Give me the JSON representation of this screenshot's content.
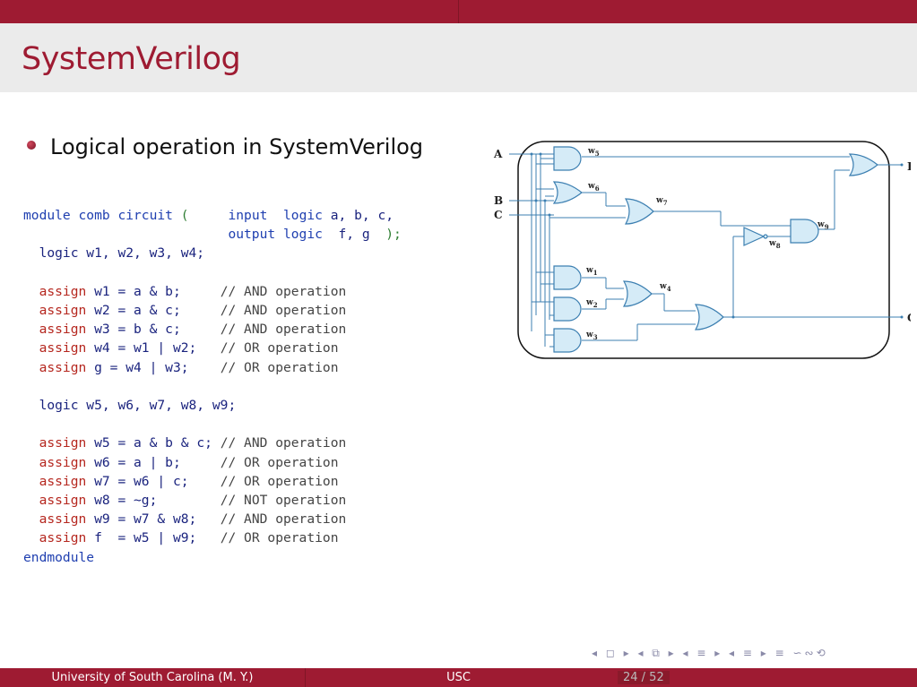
{
  "slide": {
    "title": "SystemVerilog",
    "bullet": "Logical operation in SystemVerilog"
  },
  "code": {
    "l1_module": "module",
    "l1_name": "comb circuit",
    "l1_paren": "(",
    "l1_input": "input",
    "l1_logic": "logic",
    "l1_ports": "a, b, c,",
    "l2_output": "output",
    "l2_logic": "logic",
    "l2_ports": "f, g",
    "l2_close": ");",
    "l3": "logic w1, w2, w3, w4;",
    "assigns1": [
      {
        "kw": "assign",
        "expr": "w1 = a & b;",
        "cmt": "// AND operation"
      },
      {
        "kw": "assign",
        "expr": "w2 = a & c;",
        "cmt": "// AND operation"
      },
      {
        "kw": "assign",
        "expr": "w3 = b & c;",
        "cmt": "// AND operation"
      },
      {
        "kw": "assign",
        "expr": "w4 = w1 | w2;",
        "cmt": "// OR operation"
      },
      {
        "kw": "assign",
        "expr": "g = w4 | w3;",
        "cmt": "// OR operation"
      }
    ],
    "l_logic2": "logic w5, w6, w7, w8, w9;",
    "assigns2": [
      {
        "kw": "assign",
        "expr": "w5 = a & b & c;",
        "cmt": "// AND operation"
      },
      {
        "kw": "assign",
        "expr": "w6 = a | b;",
        "cmt": "// OR operation"
      },
      {
        "kw": "assign",
        "expr": "w7 = w6 | c;",
        "cmt": "// OR operation"
      },
      {
        "kw": "assign",
        "expr": "w8 = ~g;",
        "cmt": "// NOT operation"
      },
      {
        "kw": "assign",
        "expr": "w9 = w7 & w8;",
        "cmt": "// AND operation"
      },
      {
        "kw": "assign",
        "expr": "f  = w5 | w9;",
        "cmt": "// OR operation"
      }
    ],
    "end": "endmodule"
  },
  "circuit": {
    "inputs": [
      "A",
      "B",
      "C"
    ],
    "outputs": [
      "F",
      "G"
    ],
    "wires": [
      "w",
      "1",
      "2",
      "3",
      "4",
      "5",
      "6",
      "7",
      "8",
      "9"
    ]
  },
  "nav": {
    "symbols": "◂ ◻ ▸ ◂ ⧉ ▸ ◂ ≡ ▸ ◂ ≡ ▸ ≡ ∽∾⟲"
  },
  "footer": {
    "left": "University of South Carolina  (M. Y.)",
    "center": "USC",
    "page": "24 / 52"
  },
  "colors": {
    "brand": "#9e1b32",
    "gate_fill": "#d5ebf7",
    "gate_stroke": "#3c7fb1"
  }
}
